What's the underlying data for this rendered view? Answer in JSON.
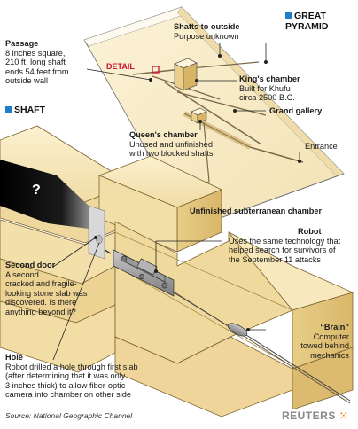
{
  "header": {
    "title_line1": "GREAT",
    "title_line2": "PYRAMID",
    "shaft_label": "SHAFT",
    "accent_color": "#1e7fc8"
  },
  "pyramid": {
    "shafts_title": "Shafts to outside",
    "shafts_body": "Purpose unknown",
    "detail_label": "DETAIL",
    "kings_title": "King's chamber",
    "kings_body": [
      "Built for Khufu",
      "circa 2500 B.C."
    ],
    "gallery_title": "Grand gallery",
    "queens_title": "Queen's chamber",
    "queens_body": [
      "Unused and unfinished",
      "with two blocked shafts"
    ],
    "entrance_label": "Entrance",
    "subterranean_title": "Unfinished subterranean chamber"
  },
  "passage": {
    "title": "Passage",
    "body": [
      "8 inches square,",
      "210 ft. long shaft",
      "ends 54 feet from",
      "outside wall"
    ]
  },
  "shaft_detail": {
    "question_mark": "?",
    "second_door_title": "Second door",
    "second_door_body": [
      "A second",
      "cracked and fragile-",
      "looking stone slab was",
      "discovered. Is there",
      "anything beyond it?"
    ],
    "robot_title": "Robot",
    "robot_body": [
      "Uses the same technology that",
      "helped search for survivors of",
      "the September 11 attacks"
    ],
    "brain_title": "“Brain”",
    "brain_body": [
      "Computer",
      "towed behind",
      "mechanics"
    ],
    "hole_title": "Hole",
    "hole_body": [
      "Robot drilled a hole through first slab",
      "(after determining that it was only",
      "3 inches thick) to allow fiber-optic",
      "camera into chamber on other side"
    ]
  },
  "footer": {
    "source": "Source: National Geographic Channel",
    "credit": "REUTERS"
  }
}
